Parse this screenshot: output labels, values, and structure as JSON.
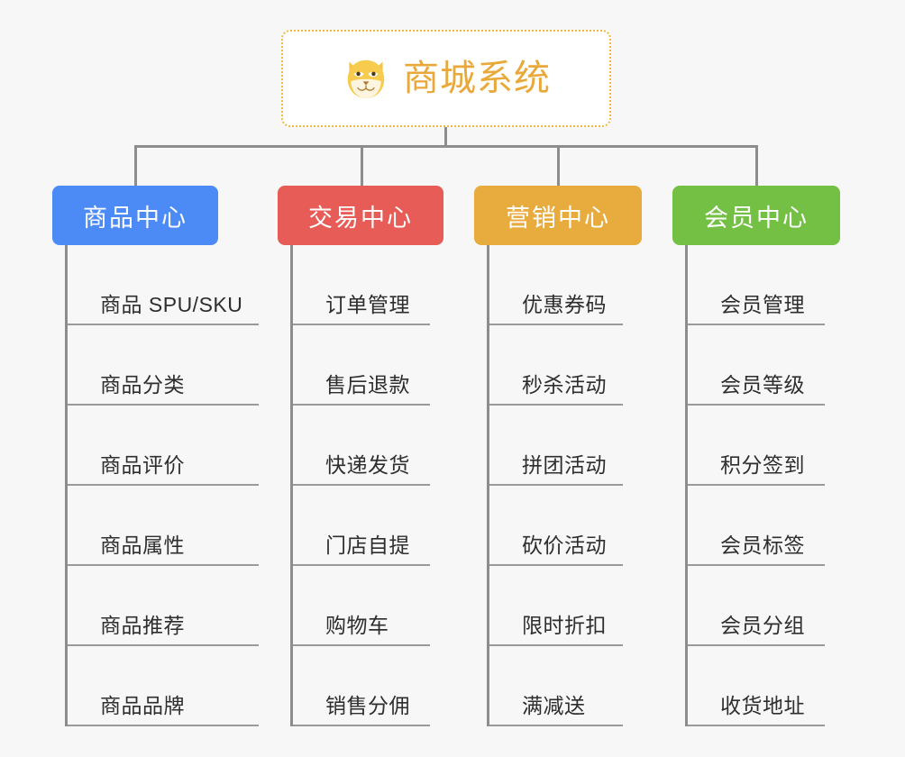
{
  "root": {
    "title": "商城系统",
    "icon": "shiba-dog-face-icon",
    "border_color": "#f0b841",
    "title_color": "#e9a83a",
    "background": "#ffffff"
  },
  "canvas": {
    "background": "#f7f7f7",
    "connector_color": "#8d8d8d"
  },
  "columns": [
    {
      "label": "商品中心",
      "color": "#4c8bf5",
      "items": [
        "商品 SPU/SKU",
        "商品分类",
        "商品评价",
        "商品属性",
        "商品推荐",
        "商品品牌"
      ]
    },
    {
      "label": "交易中心",
      "color": "#e85c57",
      "items": [
        "订单管理",
        "售后退款",
        "快递发货",
        "门店自提",
        "购物车",
        "销售分佣"
      ]
    },
    {
      "label": "营销中心",
      "color": "#e8ab3d",
      "items": [
        "优惠券码",
        "秒杀活动",
        "拼团活动",
        "砍价活动",
        "限时折扣",
        "满减送"
      ]
    },
    {
      "label": "会员中心",
      "color": "#74c044",
      "items": [
        "会员管理",
        "会员等级",
        "积分签到",
        "会员标签",
        "会员分组",
        "收货地址"
      ]
    }
  ]
}
